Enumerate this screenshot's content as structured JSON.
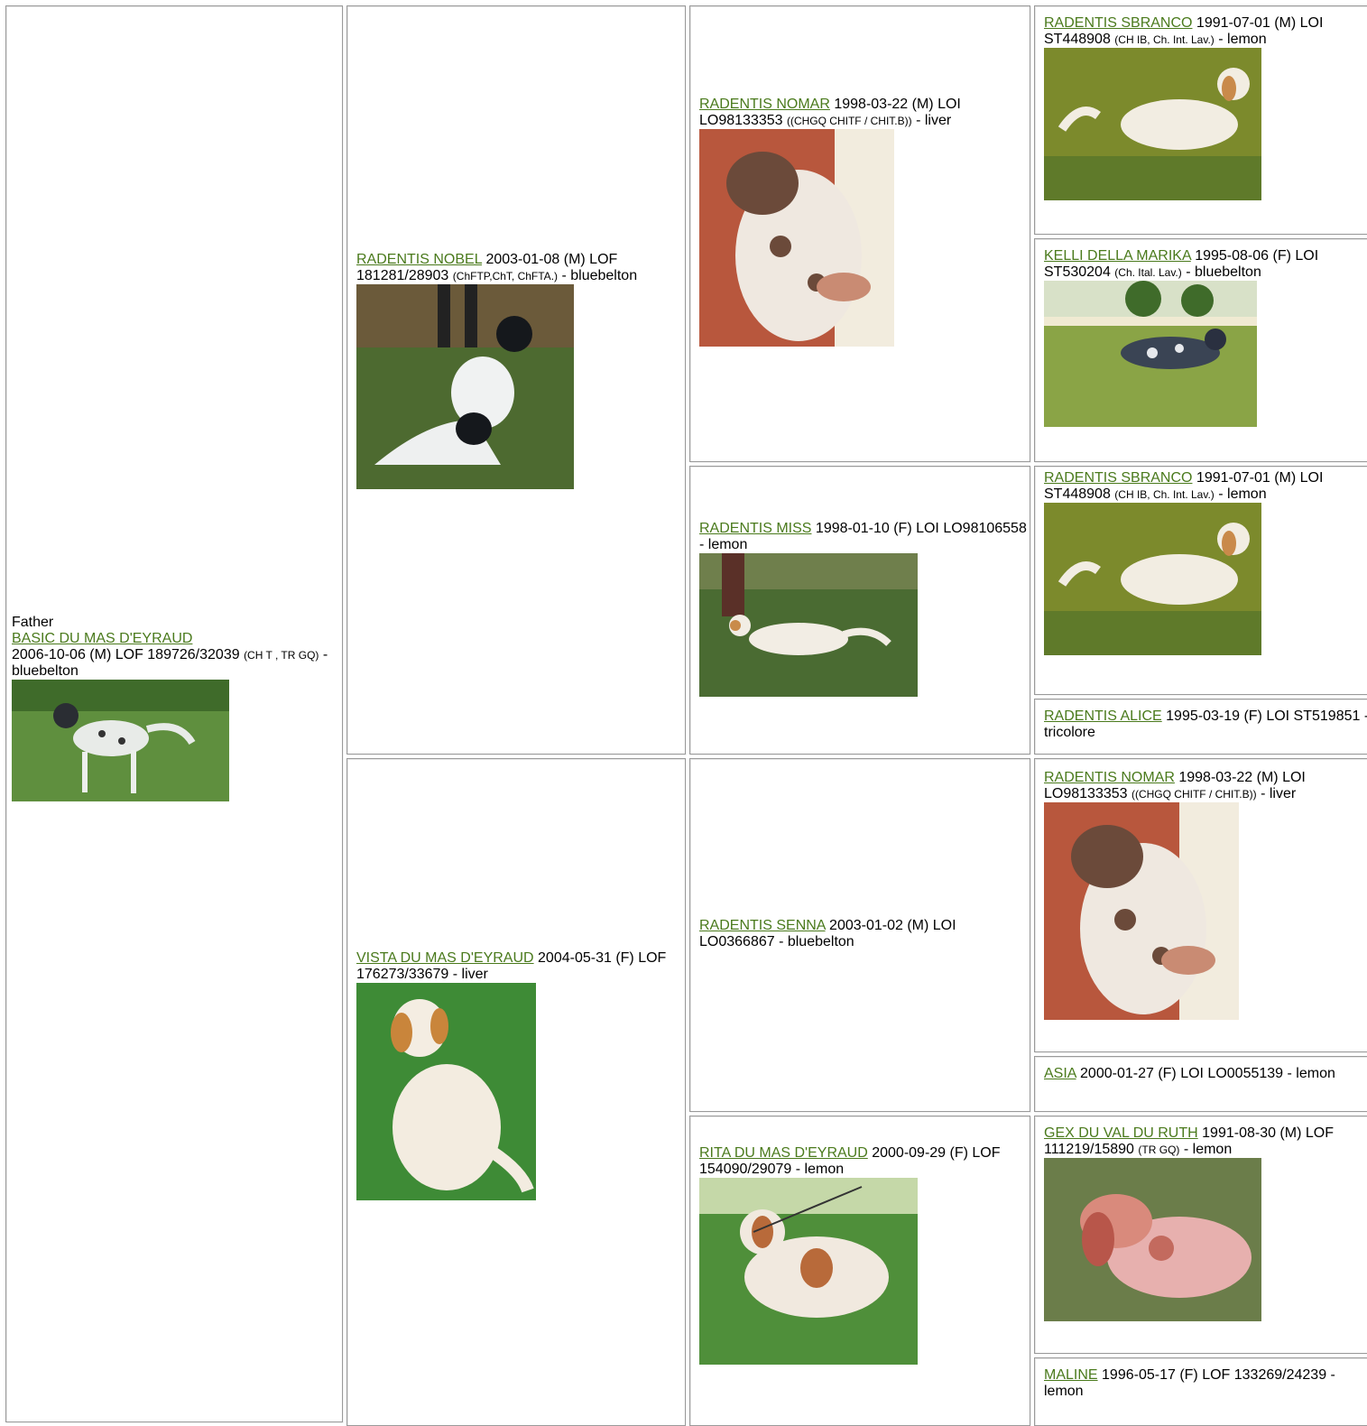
{
  "father_label": "Father",
  "gen1": {
    "name": "BASIC DU MAS D'EYRAUD",
    "details": "2006-10-06 (M) LOF 189726/32039",
    "titles": "(CH T , TR GQ)",
    "color": "- bluebelton"
  },
  "gen2": [
    {
      "name": "RADENTIS NOBEL",
      "details": "2003-01-08 (M) LOF 181281/28903",
      "titles": "(ChFTP,ChT, ChFTA.)",
      "color": "- bluebelton"
    },
    {
      "name": "VISTA DU MAS D'EYRAUD",
      "details": "2004-05-31 (F) LOF 176273/33679 - liver",
      "titles": "",
      "color": ""
    }
  ],
  "gen3": [
    {
      "name": "RADENTIS NOMAR",
      "details": "1998-03-22 (M) LOI LO98133353",
      "titles": "((CHGQ CHITF / CHIT.B))",
      "color": "- liver"
    },
    {
      "name": "RADENTIS MISS",
      "details": "1998-01-10 (F) LOI LO98106558 - lemon",
      "titles": "",
      "color": ""
    },
    {
      "name": "RADENTIS SENNA",
      "details": "2003-01-02 (M) LOI LO0366867 - bluebelton",
      "titles": "",
      "color": ""
    },
    {
      "name": "RITA DU MAS D'EYRAUD",
      "details": "2000-09-29 (F) LOF 154090/29079 - lemon",
      "titles": "",
      "color": ""
    }
  ],
  "gen4": [
    {
      "name": "RADENTIS SBRANCO",
      "details": "1991-07-01 (M) LOI ST448908",
      "titles": "(CH IB, Ch. Int. Lav.)",
      "color": "- lemon"
    },
    {
      "name": "KELLI DELLA MARIKA",
      "details": "1995-08-06 (F) LOI ST530204",
      "titles": "(Ch. Ital. Lav.)",
      "color": "- bluebelton"
    },
    {
      "name": "RADENTIS SBRANCO",
      "details": "1991-07-01 (M) LOI ST448908",
      "titles": "(CH IB, Ch. Int. Lav.)",
      "color": "- lemon"
    },
    {
      "name": "RADENTIS ALICE",
      "details": "1995-03-19 (F) LOI ST519851 - tricolore",
      "titles": "",
      "color": ""
    },
    {
      "name": "RADENTIS NOMAR",
      "details": "1998-03-22 (M) LOI LO98133353",
      "titles": "((CHGQ CHITF / CHIT.B))",
      "color": "- liver"
    },
    {
      "name": "ASIA",
      "details": "2000-01-27 (F) LOI LO0055139 - lemon",
      "titles": "",
      "color": ""
    },
    {
      "name": "GEX DU VAL DU RUTH",
      "details": "1991-08-30 (M) LOF 111219/15890",
      "titles": "(TR GQ)",
      "color": "- lemon"
    },
    {
      "name": "MALINE",
      "details": "1996-05-17 (F) LOF 133269/24239 - lemon",
      "titles": "",
      "color": ""
    }
  ]
}
